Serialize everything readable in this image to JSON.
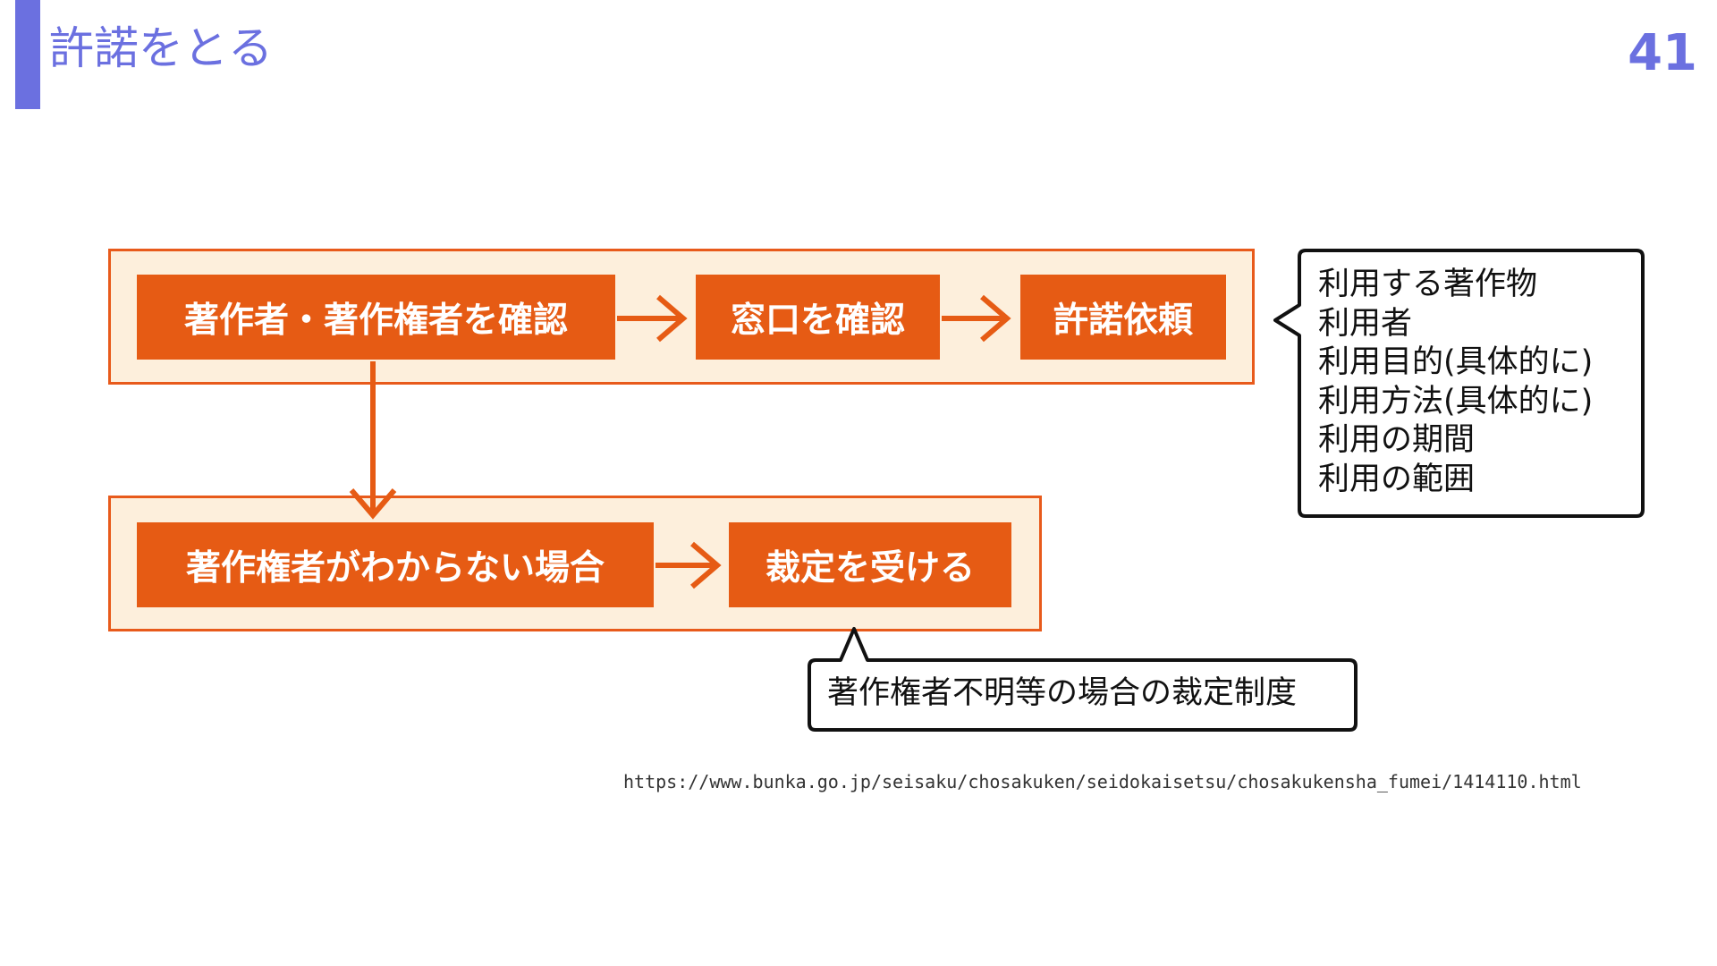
{
  "slide": {
    "title": "許諾をとる",
    "page_number": "41"
  },
  "colors": {
    "accent": "#6b70e0",
    "step_fill": "#e65b14",
    "panel_fill": "#fdefdc",
    "panel_border": "#e85a1b",
    "callout_border": "#111111"
  },
  "flow": {
    "step_check_owner": "著作者・著作権者を確認",
    "step_check_contact": "窓口を確認",
    "step_request_permission": "許諾依頼",
    "step_owner_unknown": "著作権者がわからない場合",
    "step_ruling": "裁定を受ける"
  },
  "callouts": {
    "request_items": [
      "利用する著作物",
      "利用者",
      "利用目的(具体的に)",
      "利用方法(具体的に)",
      "利用の期間",
      "利用の範囲"
    ],
    "ruling_system": "著作権者不明等の場合の裁定制度"
  },
  "source_url": "https://www.bunka.go.jp/seisaku/chosakuken/seidokaisetsu/chosakukensha_fumei/1414110.html"
}
